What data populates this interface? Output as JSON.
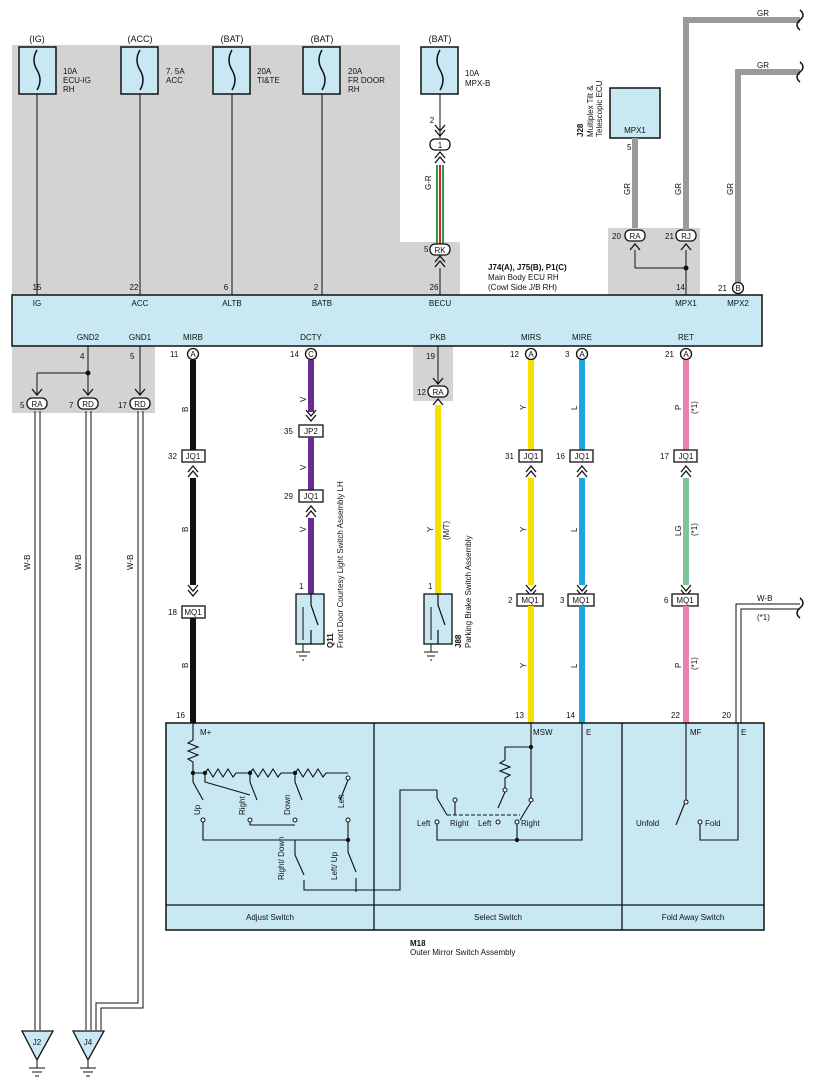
{
  "fuses": [
    {
      "supply": "(IG)",
      "rating": "10A",
      "name": "ECU-IG",
      "name2": "RH",
      "pin": "15",
      "terminal": "IG"
    },
    {
      "supply": "(ACC)",
      "rating": "7. 5A",
      "name": "ACC",
      "name2": "",
      "pin": "22",
      "terminal": "ACC"
    },
    {
      "supply": "(BAT)",
      "rating": "20A",
      "name": "TI&TE",
      "name2": "",
      "pin": "6",
      "terminal": "ALTB"
    },
    {
      "supply": "(BAT)",
      "rating": "20A",
      "name": "FR DOOR",
      "name2": "RH",
      "pin": "2",
      "terminal": "BATB"
    },
    {
      "supply": "(BAT)",
      "rating": "10A",
      "name": "MPX-B",
      "name2": "",
      "pin": "26",
      "terminal": "BECU"
    }
  ],
  "mpxb": {
    "fuse_pin": "2",
    "conn1": "1",
    "wire": "G-R",
    "rk_pin": "5",
    "rk": "RK"
  },
  "ecu": {
    "ids": "J74(A), J75(B), P1(C)",
    "name": "Main Body ECU RH",
    "sub": "(Cowl Side J/B RH)",
    "mpx1_pin": "14",
    "mpx1": "MPX1",
    "mpx2_pin": "21",
    "mpx2_conn": "B",
    "mpx2": "MPX2",
    "gnd2": "GND2",
    "gnd2_pin": "4",
    "gnd1": "GND1",
    "gnd1_pin": "5"
  },
  "j28": {
    "id": "J28",
    "name": "Multiplex Tilt &",
    "name2": "Telescopic ECU",
    "terminal": "MPX1",
    "pin": "5",
    "wire": "GR",
    "ra_pin": "20",
    "ra": "RA",
    "rj_pin": "21",
    "rj": "RJ",
    "wire2": "GR",
    "wire3": "GR",
    "gr_top1": "GR",
    "gr_top2": "GR"
  },
  "grounds": [
    {
      "pin": "5",
      "conn": "RA",
      "wire": "W-B"
    },
    {
      "pin": "7",
      "conn": "RD",
      "wire": "W-B"
    },
    {
      "pin": "17",
      "conn": "RD",
      "wire": "W-B"
    }
  ],
  "ground_points": [
    "J2",
    "J4"
  ],
  "circuits": {
    "mirb": {
      "terminal": "MIRB",
      "pin": "11",
      "conn": "A",
      "wire": "B",
      "jq1_pin": "32",
      "jq1": "JQ1",
      "mq1_pin": "18",
      "mq1": "MQ1",
      "m18_pin": "16"
    },
    "dcty": {
      "terminal": "DCTY",
      "pin": "14",
      "conn": "C",
      "wire": "V",
      "jp2_pin": "35",
      "jp2": "JP2",
      "jq1_pin": "29",
      "jq1": "JQ1",
      "q11_pin": "1",
      "q11_id": "Q11",
      "q11_name": "Front Door Courtesy Light Switch Assembly LH"
    },
    "pkb": {
      "terminal": "PKB",
      "pin": "19",
      "ra_pin": "12",
      "ra": "RA",
      "wire": "Y",
      "mt": "(M/T)",
      "j88_pin": "1",
      "j88_id": "J88",
      "j88_name": "Parking Brake Switch Assembly"
    },
    "mirs": {
      "terminal": "MIRS",
      "pin": "12",
      "conn": "A",
      "wire": "Y",
      "jq1_pin": "31",
      "jq1": "JQ1",
      "mq1_pin": "2",
      "mq1": "MQ1",
      "m18_pin": "13"
    },
    "mire": {
      "terminal": "MIRE",
      "pin": "3",
      "conn": "A",
      "wire": "L",
      "jq1_pin": "16",
      "jq1": "JQ1",
      "mq1_pin": "3",
      "mq1": "MQ1",
      "m18_pin": "14"
    },
    "ret": {
      "terminal": "RET",
      "pin": "21",
      "conn": "A",
      "wire": "P",
      "wire_lg": "LG",
      "star": "(*1)",
      "jq1_pin": "17",
      "jq1": "JQ1",
      "mq1_pin": "6",
      "mq1": "MQ1",
      "m18_pin": "22"
    },
    "e": {
      "m18_pin": "20",
      "wire": "W-B",
      "star": "(*1)"
    }
  },
  "m18": {
    "id": "M18",
    "name": "Outer Mirror Switch Assembly",
    "sections": [
      "Adjust Switch",
      "Select Switch",
      "Fold Away Switch"
    ],
    "m_plus": "M+",
    "msw": "MSW",
    "e1": "E",
    "mf": "MF",
    "e2": "E",
    "adjust": [
      "Up",
      "Right",
      "Down",
      "Left",
      "Right/ Down",
      "Left/ Up"
    ],
    "select": [
      "Left",
      "Right",
      "Left",
      "Right"
    ],
    "fold": [
      "Unfold",
      "Fold"
    ]
  },
  "colors": {
    "ecu_fill": "#c8e8f4",
    "shade": "#d3d3d3",
    "black": "#111111",
    "violet": "#6a2c91",
    "yellow": "#f5e000",
    "blue": "#1aa7e0",
    "pink": "#ee7fb3",
    "green": "#7cc59a",
    "gray": "#9a9a9a"
  }
}
